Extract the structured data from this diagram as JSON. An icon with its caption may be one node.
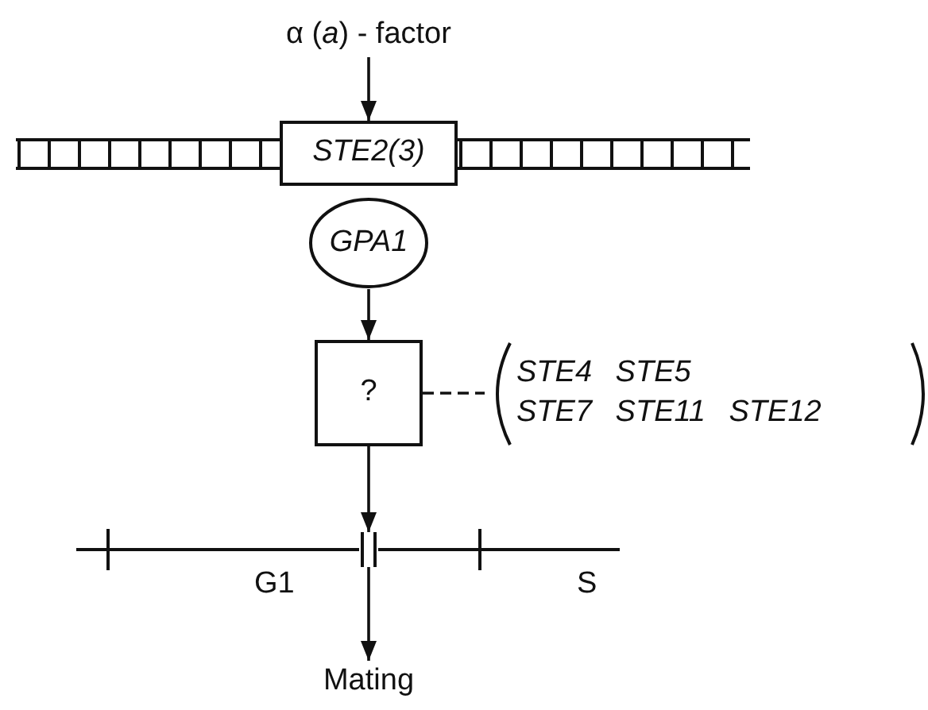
{
  "diagram": {
    "nodes": [
      {
        "text": [
          "α (*a*) - factor"
        ]
      },
      {
        "text": [
          "STE2(3)"
        ]
      },
      {
        "text": [
          "GPA1"
        ]
      },
      {
        "text": [
          "?"
        ]
      },
      {
        "text": [
          "STE4 STE5 STE7 STE11 STE12"
        ]
      },
      {
        "text": [],
        "shape": "bar"
      },
      {
        "text": [
          "Mating"
        ]
      }
    ],
    "edges": [
      {
        "from": 0,
        "to": 1,
        "arrow": "to"
      },
      {
        "from": 2,
        "to": 3,
        "arrow": "to"
      },
      {
        "from": 3,
        "to": 4,
        "arrow": "none",
        "style": "dashed"
      },
      {
        "from": 3,
        "to": 5,
        "arrow": "to"
      },
      {
        "from": 5,
        "to": 6,
        "arrow": "to"
      }
    ],
    "labels": [
      "G1",
      "S"
    ]
  }
}
